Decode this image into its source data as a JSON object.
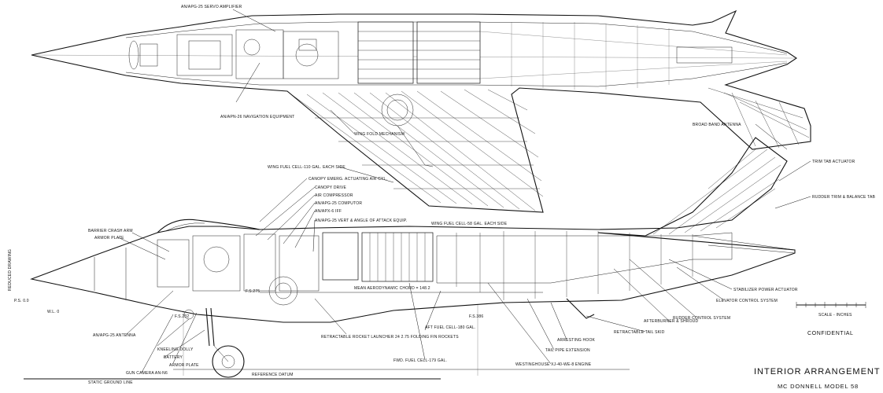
{
  "title": "INTERIOR ARRANGEMENT",
  "subtitle": "MC DONNELL   MODEL   58",
  "classification": "CONFIDENTIAL",
  "scale_label": "SCALE - INCHES",
  "side_note": "REFERENCE DATUM",
  "margin_note_left": "REDUCED DRAWING",
  "margin_note_ps": "P.S. 0.0",
  "margin_note_wl": "W.L. 0",
  "station_labels": {
    "fs_232": "F.S.232",
    "fs_386": "F.S.386",
    "fs_275": "F.S.275"
  },
  "labels": {
    "servo_amplifier": "AN/APG-25 SERVO AMPLIFIER",
    "navigation_equipment": "AN/APN-26 NAVIGATION EQUIPMENT",
    "wing_fold_mechanism": "WING FOLD MECHANISM",
    "wing_fuel_cell_110": "WING FUEL CELL-110 GAL. EACH SIDE",
    "wing_fuel_cell_58": "WING FUEL CELL-58 GAL. EACH SIDE",
    "broad_band_antenna": "BROAD BAND ANTENNA",
    "trim_tab_actuator": "TRIM TAB ACTUATOR",
    "rudder_trim_balance_tab": "RUDDER TRIM & BALANCE TAB",
    "canopy_emerg_air": "CANOPY EMERG. ACTUATING AIR CYL.",
    "canopy_drive": "CANOPY DRIVE",
    "air_compressor": "AIR COMPRESSOR",
    "computor": "AN/APG-25 COMPUTOR",
    "iff": "AN/APX-6 IFF",
    "vert_attack": "AN/APG-25 VERT & ANGLE OF ATTACK EQUIP.",
    "barrier_crash_arm": "BARRIER CRASH ARM",
    "armor_plate_upper": "ARMOR PLATE",
    "antenna": "AN/APG-25 ANTENNA",
    "mean_chord": "MEAN AERODYNAMIC CHORD = 148.2",
    "stabilizer_actuator": "STABILIZER POWER ACTUATOR",
    "elevator_control": "ELEVATOR CONTROL SYSTEM",
    "rudder_control": "RUDDER CONTROL SYSTEM",
    "afterburner": "AFTERBURNER & SHROUD",
    "tail_skid": "RETRACTABLE TAIL SKID",
    "arresting_hook": "ARRESTING HOOK",
    "tail_pipe": "TAIL PIPE EXTENSION",
    "engine": "WESTINGHOUSE XJ-40-WE-8 ENGINE",
    "aft_fuel_cell": "AFT FUEL CELL-180 GAL.",
    "fwd_fuel_cell": "FWD. FUEL CELL-179 GAL.",
    "rocket_launcher": "RETRACTABLE ROCKET LAUNCHER 24 2.75 FOLDING FIN ROCKETS",
    "kneeling_dolly": "KNEELING DOLLY",
    "battery": "BATTERY",
    "armor_plate_lower": "ARMOR PLATE",
    "gun_camera": "GUN CAMERA AN-N6",
    "static_ground_line": "STATIC GROUND LINE"
  }
}
